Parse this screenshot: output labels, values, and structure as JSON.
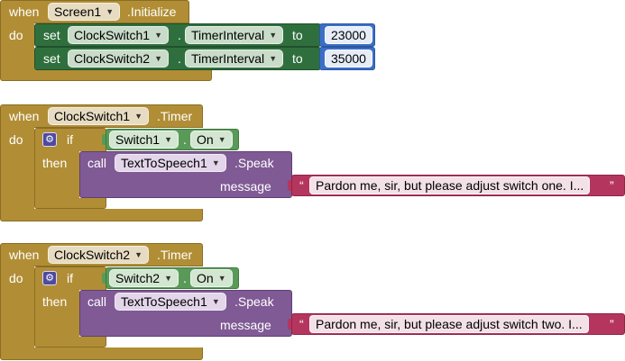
{
  "blocks": [
    {
      "event_kw": "when",
      "component": "Screen1",
      "event": ".Initialize",
      "do_kw": "do",
      "sets": [
        {
          "set_kw": "set",
          "component": "ClockSwitch1",
          "dot": ".",
          "property": "TimerInterval",
          "to_kw": "to",
          "value": "23000"
        },
        {
          "set_kw": "set",
          "component": "ClockSwitch2",
          "dot": ".",
          "property": "TimerInterval",
          "to_kw": "to",
          "value": "35000"
        }
      ]
    },
    {
      "event_kw": "when",
      "component": "ClockSwitch1",
      "event": ".Timer",
      "do_kw": "do",
      "if_kw": "if",
      "cond_component": "Switch1",
      "cond_dot": ".",
      "cond_property": "On",
      "then_kw": "then",
      "call_kw": "call",
      "call_component": "TextToSpeech1",
      "call_method": ".Speak",
      "arg_label": "message",
      "open_quote": "“",
      "close_quote": "”",
      "message": "Pardon me, sir, but please adjust switch one.  I..."
    },
    {
      "event_kw": "when",
      "component": "ClockSwitch2",
      "event": ".Timer",
      "do_kw": "do",
      "if_kw": "if",
      "cond_component": "Switch2",
      "cond_dot": ".",
      "cond_property": "On",
      "then_kw": "then",
      "call_kw": "call",
      "call_component": "TextToSpeech1",
      "call_method": ".Speak",
      "arg_label": "message",
      "open_quote": "“",
      "close_quote": "”",
      "message": "Pardon me, sir, but please adjust switch two.  I..."
    }
  ],
  "icons": {
    "dropdown": "dropdown-arrow-icon",
    "mutator": "gear-icon"
  },
  "colors": {
    "event": "#b18e35",
    "setter": "#2f6f3d",
    "number": "#3b6fc6",
    "logic": "#5a9a58",
    "procedure_call": "#7f5a94",
    "text": "#b4365f"
  }
}
